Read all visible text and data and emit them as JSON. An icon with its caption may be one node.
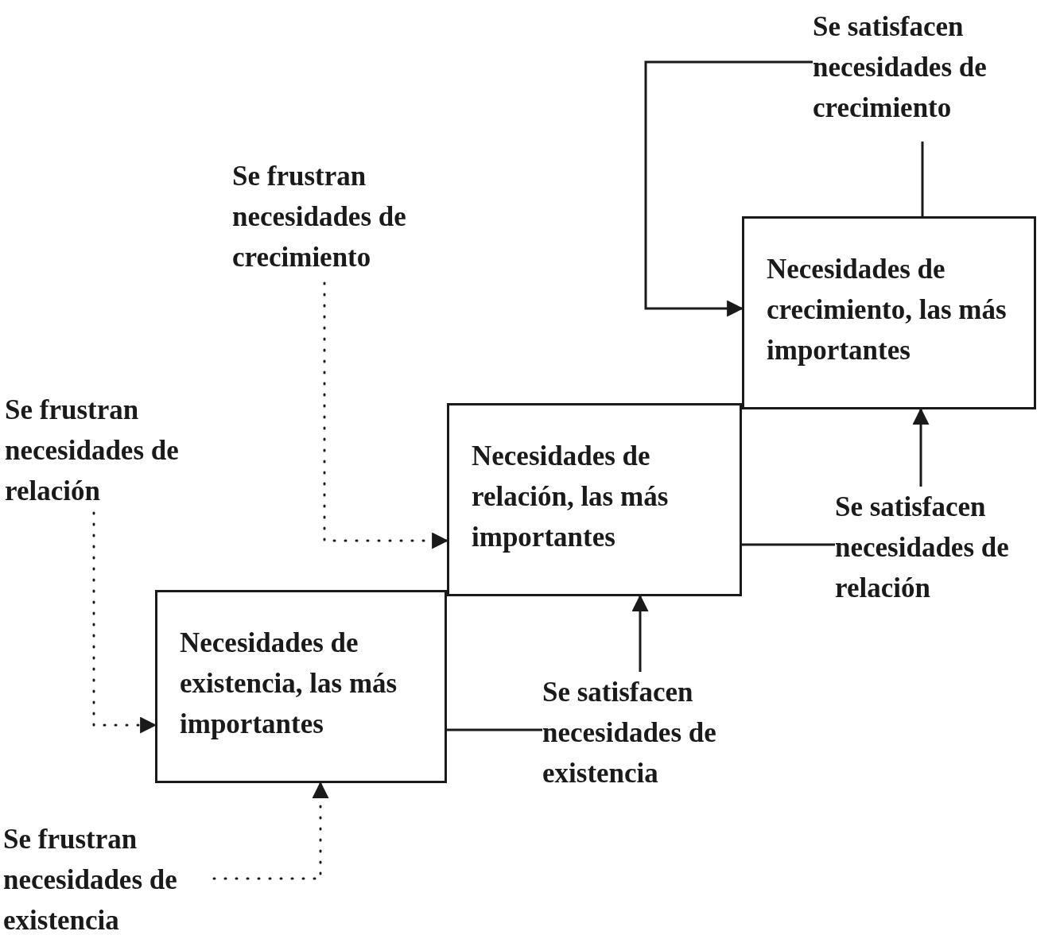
{
  "diagram": {
    "nodes": [
      {
        "text": [
          "Necesidades de existencia, las más importantes"
        ]
      },
      {
        "text": [
          "Necesidades de relación, las más importantes"
        ]
      },
      {
        "text": [
          "Necesidades de crecimiento, las más importantes"
        ]
      },
      {
        "text": [
          "Se satisfacen necesidades de crecimiento"
        ]
      },
      {
        "text": [
          "Se frustran necesidades de crecimiento"
        ]
      },
      {
        "text": [
          "Se frustran necesidades de relación"
        ]
      },
      {
        "text": [
          "Se satisfacen necesidades de relación"
        ]
      },
      {
        "text": [
          "Se satisfacen necesidades de existencia"
        ]
      },
      {
        "text": [
          "Se frustran necesidades de existencia"
        ]
      }
    ],
    "edges": [
      {
        "from": 2,
        "to": 3,
        "arrow": "none"
      },
      {
        "from": 3,
        "to": 2,
        "arrow": "to"
      },
      {
        "from": 4,
        "to": 1,
        "arrow": "to",
        "style": "dashed"
      },
      {
        "from": 5,
        "to": 0,
        "arrow": "to",
        "style": "dashed"
      },
      {
        "from": 8,
        "to": 0,
        "arrow": "to",
        "style": "dashed"
      },
      {
        "from": 0,
        "to": 7,
        "arrow": "none"
      },
      {
        "from": 7,
        "to": 1,
        "arrow": "to"
      },
      {
        "from": 1,
        "to": 6,
        "arrow": "none"
      },
      {
        "from": 6,
        "to": 2,
        "arrow": "to"
      }
    ]
  }
}
